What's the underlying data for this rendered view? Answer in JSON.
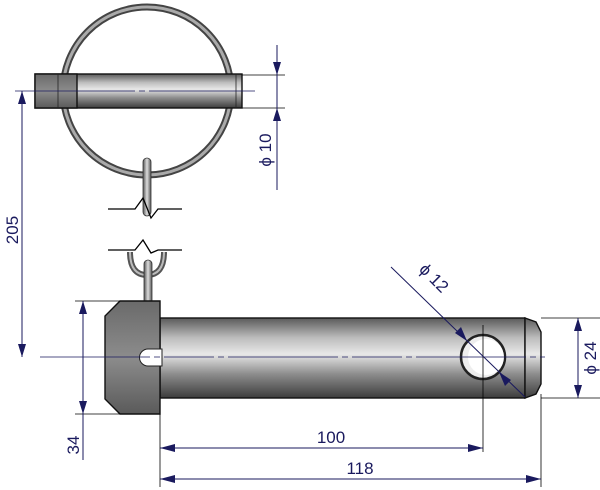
{
  "drawing": {
    "title": "Lynch pin and clevis pin",
    "dimensions": {
      "lynch_pin_diameter": "ϕ 10",
      "overall_height": "205",
      "hole_diameter": "ϕ 12",
      "pin_diameter": "ϕ 24",
      "head_diameter": "34",
      "hole_position": "100",
      "overall_length": "118"
    },
    "colors": {
      "dimension": "#1a1a5e",
      "steel": "#8a8a8a"
    }
  }
}
